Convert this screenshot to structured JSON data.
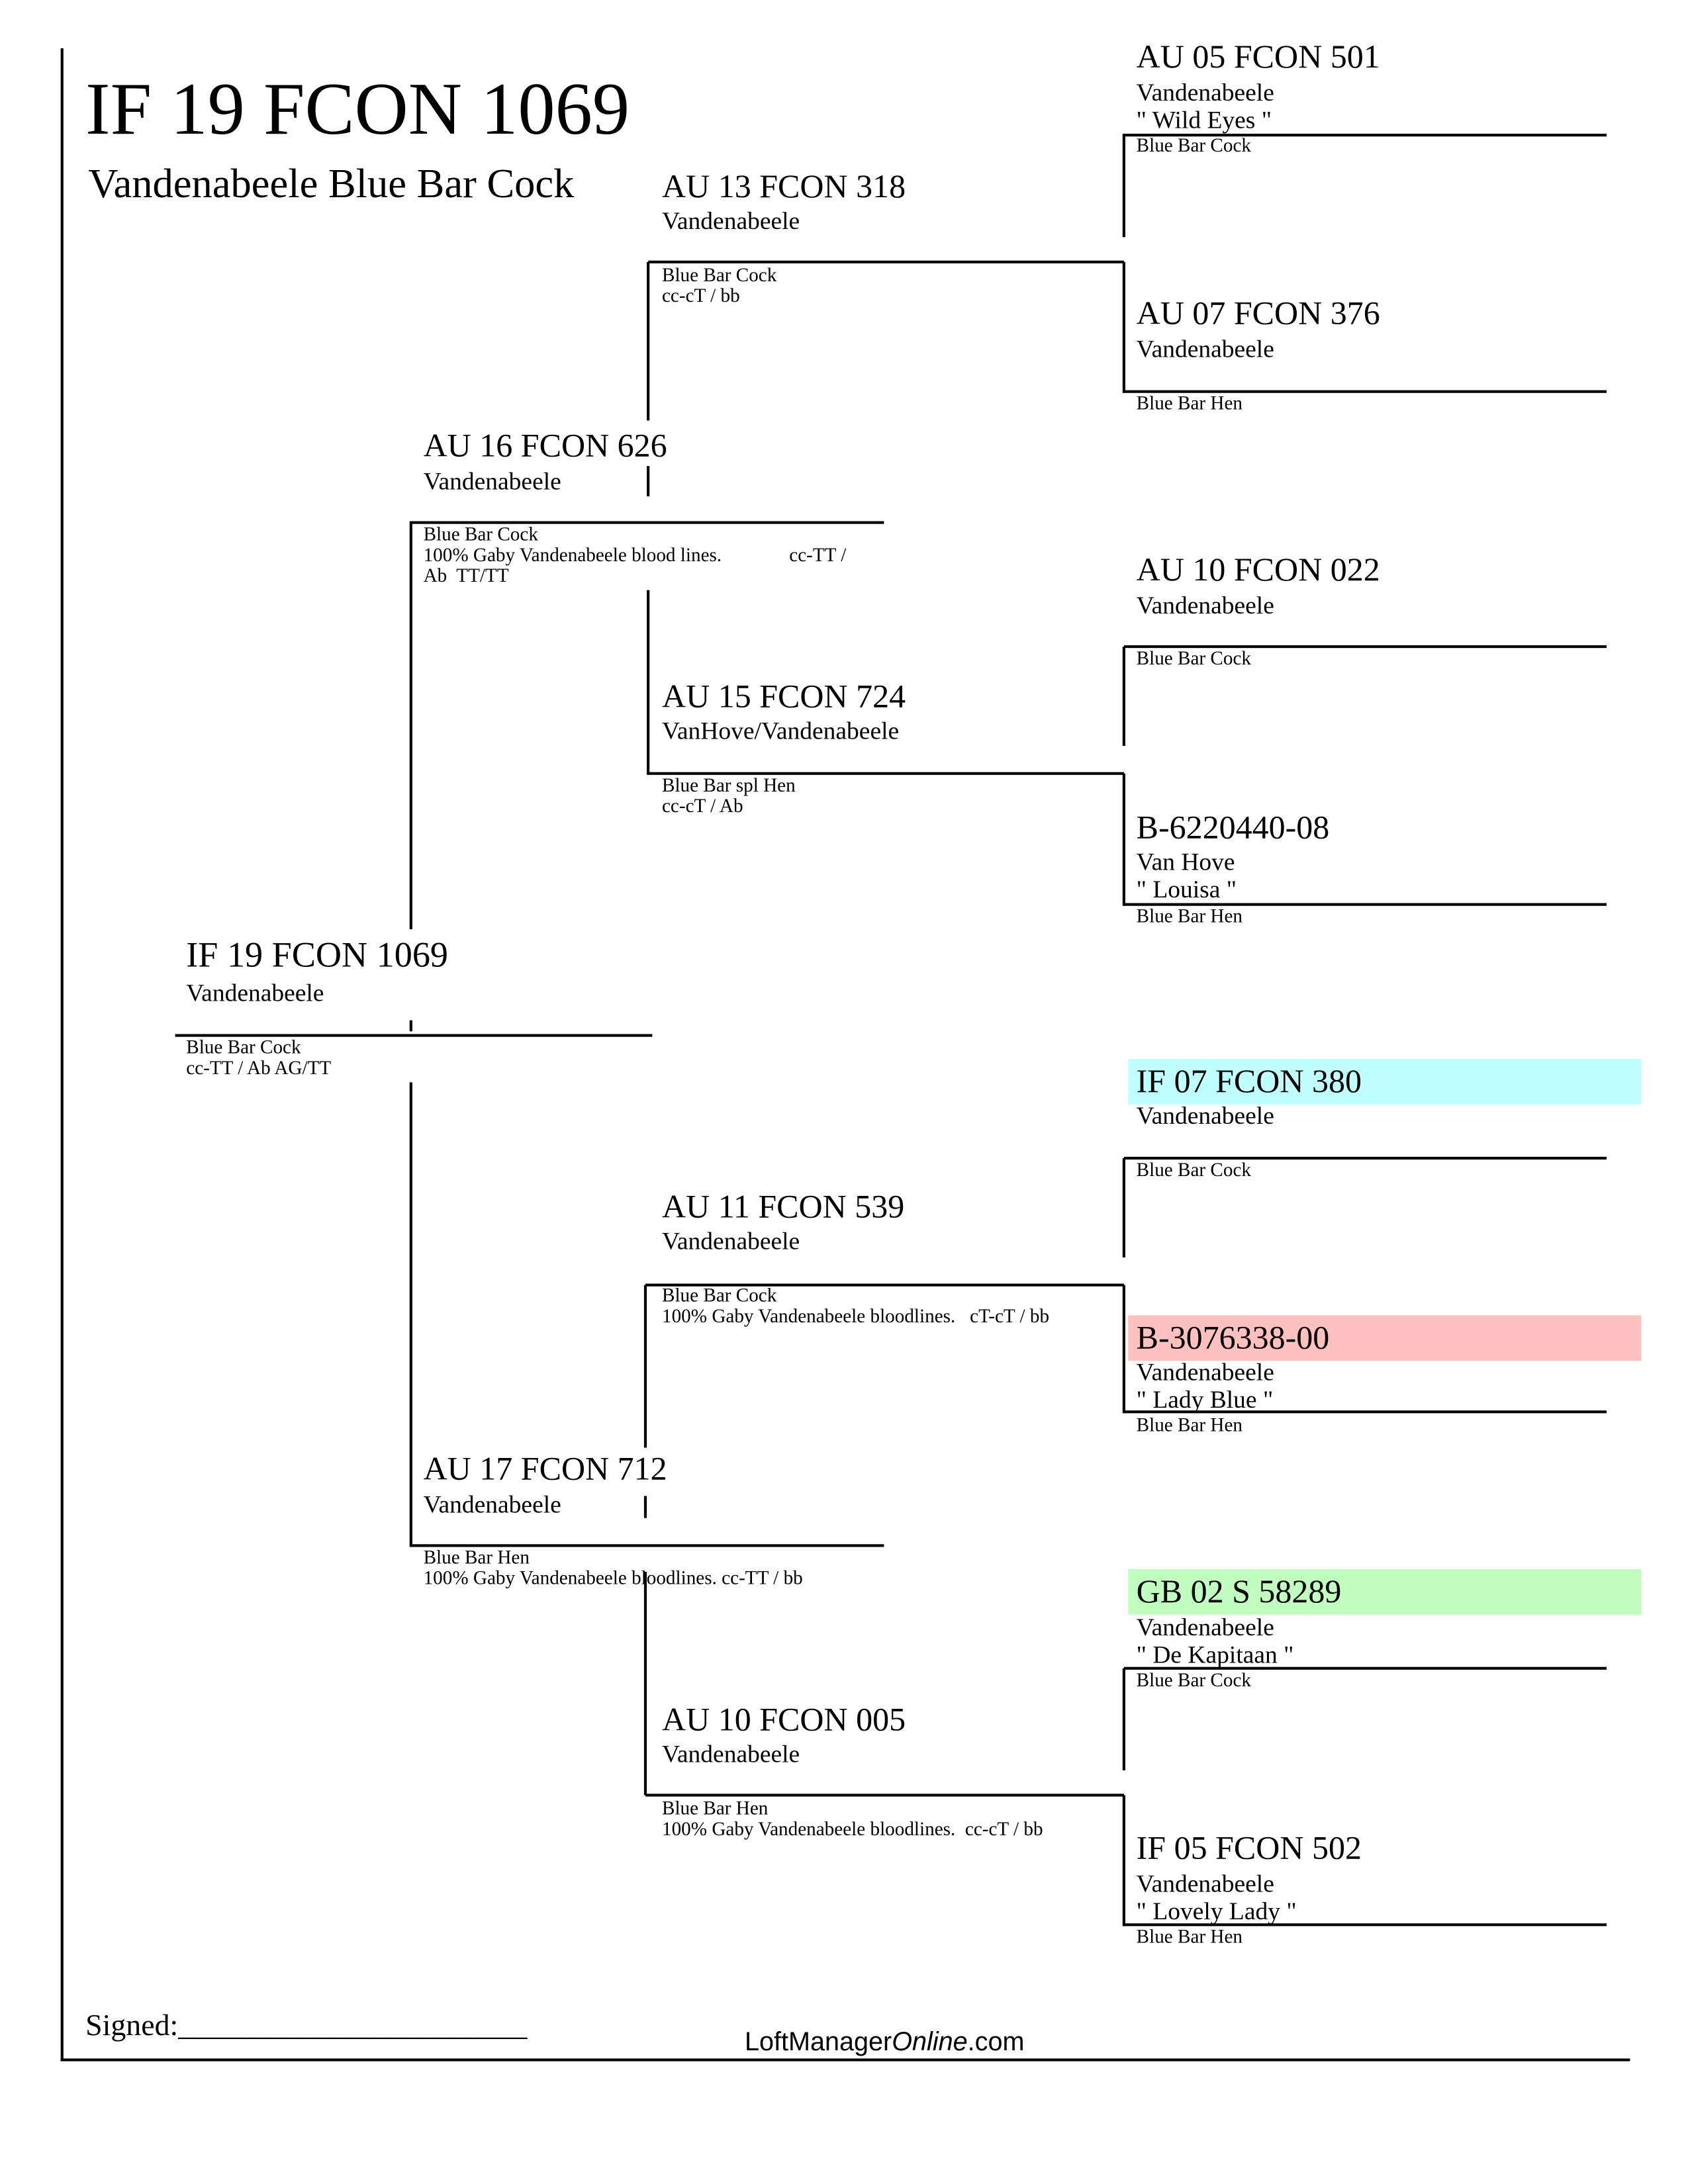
{
  "header": {
    "title": "IF 19 FCON 1069",
    "subtitle": "Vandenabeele Blue Bar Cock"
  },
  "subject": {
    "ring": "IF 19 FCON 1069",
    "strain": "Vandenabeele",
    "notes": [
      "Blue Bar Cock",
      "cc-TT / Ab  AG/TT"
    ]
  },
  "sire": {
    "ring": "AU 16 FCON 626",
    "strain": "Vandenabeele",
    "notes": [
      "Blue Bar Cock",
      "100% Gaby Vandenabeele blood lines.              cc-TT /",
      "Ab  TT/TT"
    ]
  },
  "dam": {
    "ring": "AU 17 FCON 712",
    "strain": "Vandenabeele",
    "notes": [
      "Blue Bar Hen",
      "100% Gaby Vandenabeele bloodlines. cc-TT / bb"
    ]
  },
  "gen3": [
    {
      "ring": "AU 13 FCON 318",
      "strain": "Vandenabeele",
      "notes": [
        "Blue Bar Cock",
        "cc-cT / bb"
      ]
    },
    {
      "ring": "AU 15 FCON 724",
      "strain": "VanHove/Vandenabeele",
      "notes": [
        "Blue Bar spl Hen",
        "cc-cT / Ab"
      ]
    },
    {
      "ring": "AU 11 FCON 539",
      "strain": "Vandenabeele",
      "notes": [
        "Blue Bar Cock",
        "100% Gaby Vandenabeele bloodlines.   cT-cT / bb"
      ]
    },
    {
      "ring": "AU 10 FCON 005",
      "strain": "Vandenabeele",
      "notes": [
        "Blue Bar Hen",
        "100% Gaby Vandenabeele bloodlines.  cc-cT / bb"
      ]
    }
  ],
  "gen4": [
    {
      "ring": "AU 05 FCON 501",
      "strain": "Vandenabeele",
      "name": "\" Wild Eyes \"",
      "note": "Blue Bar Cock"
    },
    {
      "ring": "AU 07 FCON 376",
      "strain": "Vandenabeele",
      "note": "Blue Bar Hen"
    },
    {
      "ring": "AU 10 FCON 022",
      "strain": "Vandenabeele",
      "note": "Blue Bar Cock"
    },
    {
      "ring": "B-6220440-08",
      "strain": "Van Hove",
      "name": "\" Louisa \"",
      "note": "Blue Bar Hen"
    },
    {
      "ring": "IF 07 FCON 380",
      "strain": "Vandenabeele",
      "note": "Blue Bar Cock",
      "highlight": "#c0ffff"
    },
    {
      "ring": "B-3076338-00",
      "strain": "Vandenabeele",
      "name": "\" Lady Blue \"",
      "note": "Blue Bar Hen",
      "highlight": "#ffc0c0"
    },
    {
      "ring": "GB 02 S 58289",
      "strain": "Vandenabeele",
      "name": "\" De Kapitaan \"",
      "note": "Blue Bar Cock",
      "highlight": "#c0ffc0"
    },
    {
      "ring": "IF 05 FCON 502",
      "strain": "Vandenabeele",
      "name": "\" Lovely Lady \"",
      "note": "Blue Bar Hen"
    }
  ],
  "footer": {
    "signed": "Signed:_______________________",
    "brand_a": "LoftManager",
    "brand_b": "Online",
    "brand_c": ".com"
  }
}
